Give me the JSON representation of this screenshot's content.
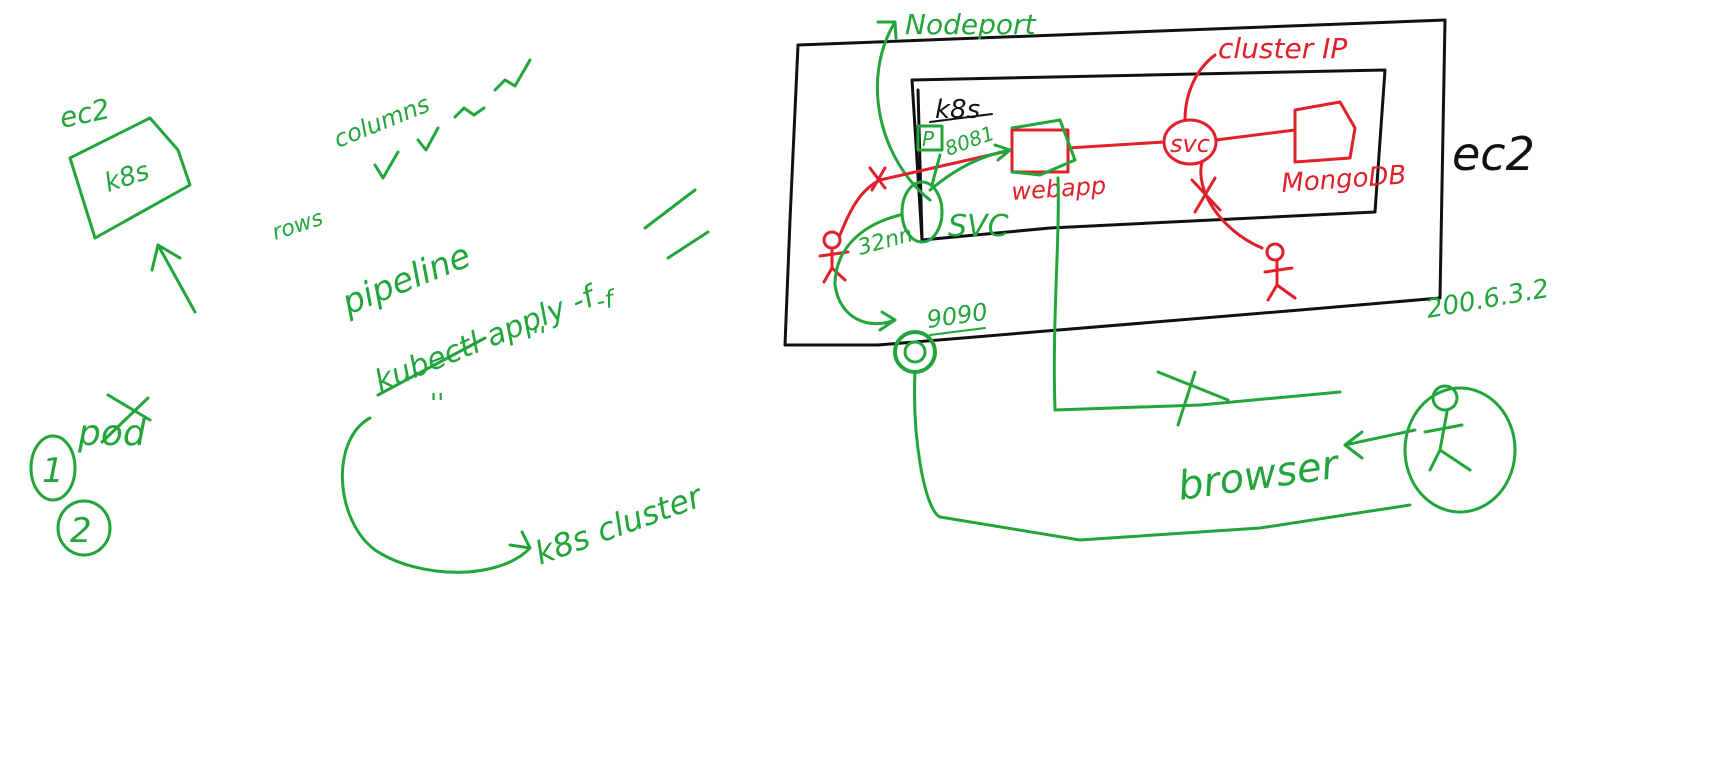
{
  "colors": {
    "green": "#22a53a",
    "red": "#e0202a",
    "black": "#111111",
    "background": "#ffffff"
  },
  "left_notes": {
    "ec2_label": "ec2",
    "k8s_box_label": "k8s",
    "rows_label": "rows",
    "columns_label": "columns",
    "pipeline_label": "pipeline",
    "kubectl_cmd": "kubectl apply -f",
    "ditto_1": "''",
    "ditto_2": "''",
    "dash_f": "-f",
    "k8s_cluster_label": "k8s cluster",
    "item_1_number": "1",
    "item_1_text": "pod",
    "item_2_number": "2"
  },
  "diagram": {
    "nodeport_label": "Nodeport",
    "cluster_ip_label": "cluster IP",
    "k8s_label": "k8s",
    "ec2_label": "ec2",
    "pod_label": "P",
    "port_8081": "8081",
    "port_32nn": "32nn",
    "svc_green_label": "SVC",
    "webapp_label": "webapp",
    "svc_red_label": "svc",
    "mongodb_label": "MongoDB",
    "port_9090": "9090",
    "ip_label": "200.6.3.2",
    "browser_label": "browser"
  }
}
